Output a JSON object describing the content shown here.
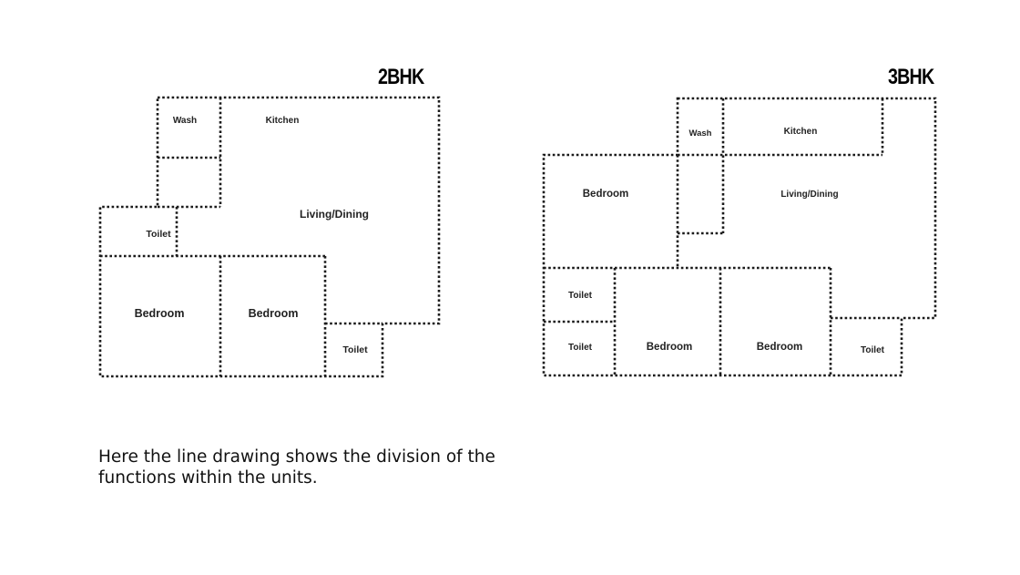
{
  "plans": {
    "two_bhk": {
      "title": "2BHK",
      "rooms": {
        "wash": "Wash",
        "kitchen": "Kitchen",
        "living_dining": "Living/Dining",
        "toilet_1": "Toilet",
        "bedroom_1": "Bedroom",
        "bedroom_2": "Bedroom",
        "toilet_2": "Toilet"
      }
    },
    "three_bhk": {
      "title": "3BHK",
      "rooms": {
        "wash": "Wash",
        "kitchen": "Kitchen",
        "bedroom_1": "Bedroom",
        "living_dining": "Living/Dining",
        "toilet_1": "Toilet",
        "toilet_2": "Toilet",
        "bedroom_2": "Bedroom",
        "bedroom_3": "Bedroom",
        "toilet_3": "Toilet"
      }
    }
  },
  "caption": {
    "line1": "Here the line drawing shows the division of the",
    "line2": "functions within the units."
  },
  "colors": {
    "line": "#1a1a1a",
    "text": "#222222",
    "background": "#ffffff"
  }
}
